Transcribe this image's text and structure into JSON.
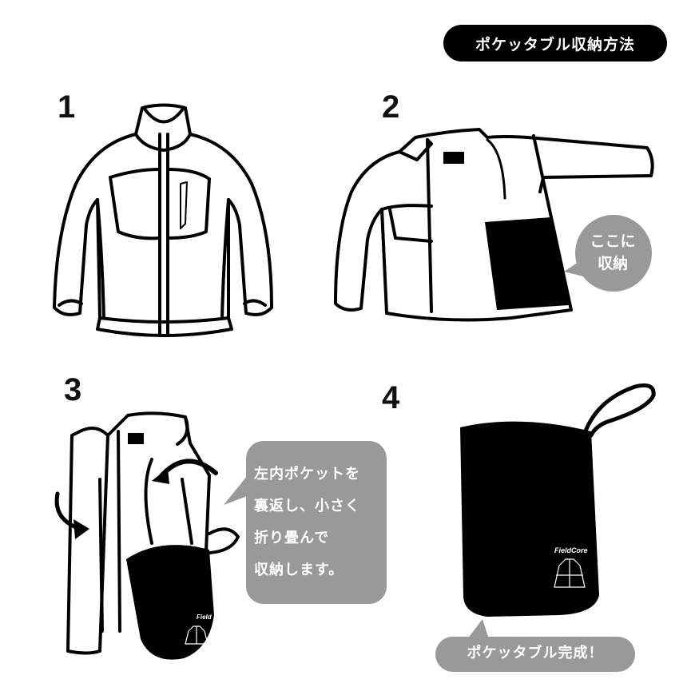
{
  "header": {
    "title": "ポケッタブル収納方法"
  },
  "steps": [
    {
      "number": "1",
      "description": "jacket-front-closed"
    },
    {
      "number": "2",
      "description": "jacket-open-inner-pocket",
      "bubble": {
        "line1": "ここに",
        "line2": "収納"
      }
    },
    {
      "number": "3",
      "description": "fold-into-pocket",
      "bubble": {
        "lines": [
          "左内ポケットを",
          "裏返し、小さく",
          "折り畳んで",
          "収納します。"
        ]
      }
    },
    {
      "number": "4",
      "description": "packed-pouch",
      "bubble": {
        "text": "ポケッタブル完成！"
      }
    }
  ],
  "brand": {
    "logo_text": "FieldCore",
    "logo_text_partial": "Field"
  },
  "colors": {
    "bubble": "#999999",
    "ink": "#000000",
    "background": "#ffffff"
  }
}
